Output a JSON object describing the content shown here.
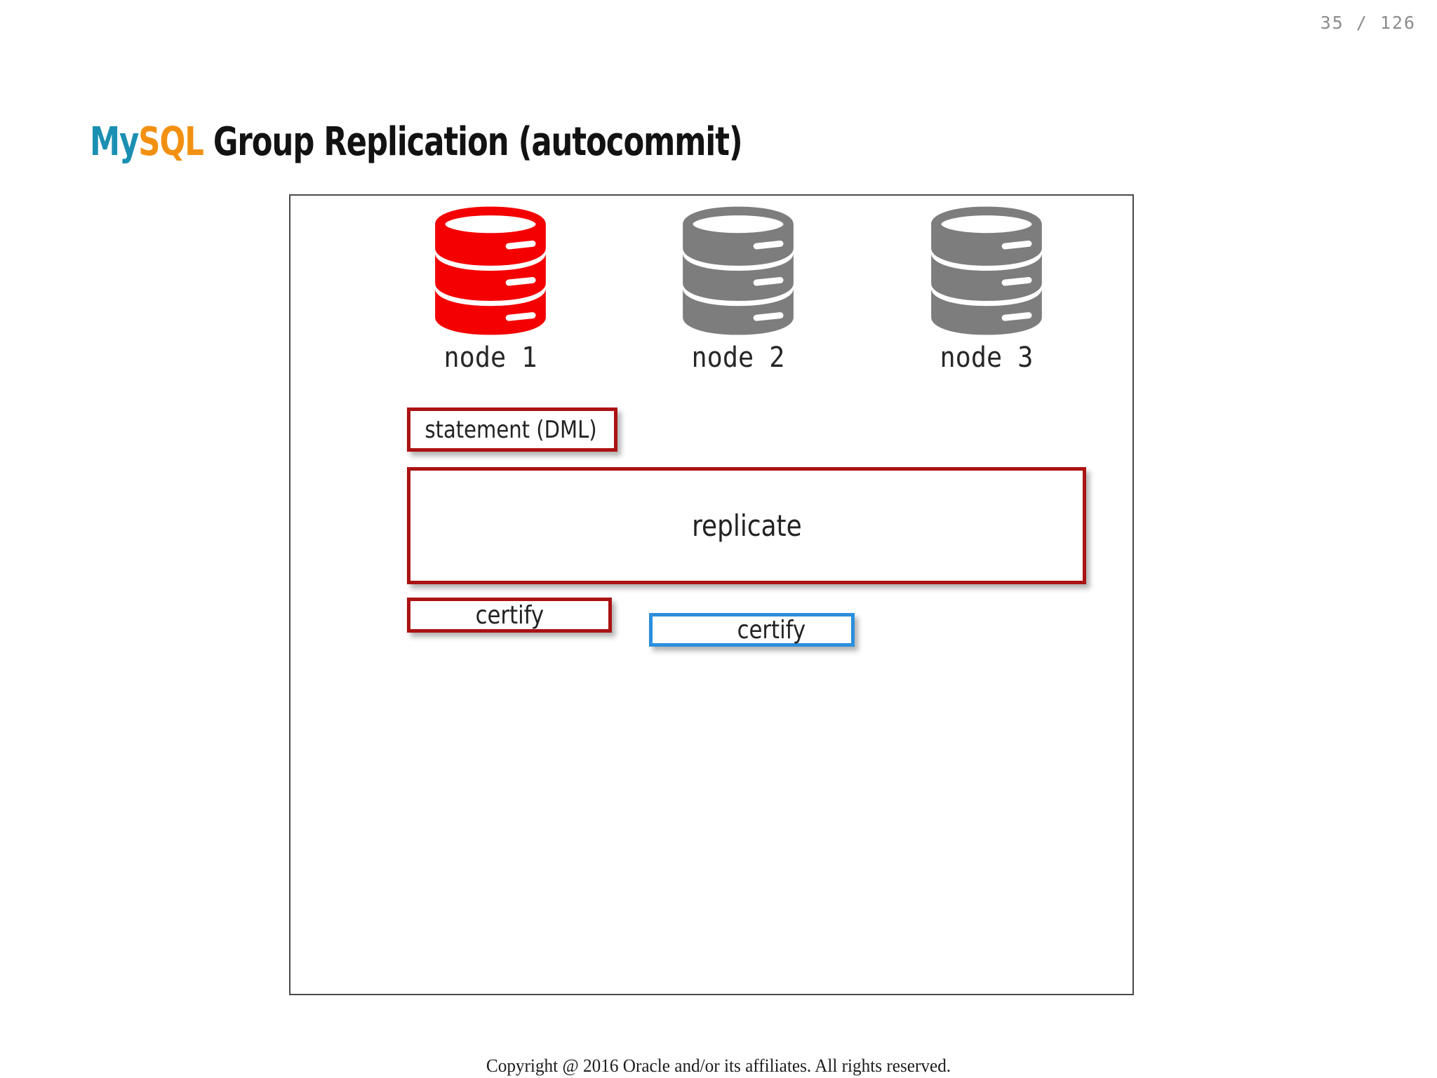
{
  "page": {
    "indicator": "35 / 126",
    "current": 35,
    "total": 126
  },
  "title": {
    "brand_my": "My",
    "brand_sql": "SQL",
    "rest": " Group Replication (autocommit)",
    "full": "MySQL Group Replication (autocommit)",
    "color_my": "#1b8fb2",
    "color_sql": "#f29111",
    "color_rest": "#121212"
  },
  "diagram": {
    "frame_border_color": "#4a4a4a",
    "nodes": [
      {
        "label": "node 1",
        "icon": "database-icon",
        "color": "#f50000",
        "state": "active"
      },
      {
        "label": "node 2",
        "icon": "database-icon",
        "color": "#7d7d7d",
        "state": "idle"
      },
      {
        "label": "node 3",
        "icon": "database-icon",
        "color": "#7d7d7d",
        "state": "idle"
      }
    ],
    "boxes": [
      {
        "label": "statement (DML)",
        "border_color": "#ab1212",
        "align": "left"
      },
      {
        "label": "replicate",
        "border_color": "#ab1212",
        "align": "center"
      },
      {
        "label": "certify",
        "border_color": "#ab1212",
        "align": "center"
      },
      {
        "label": "certify",
        "border_color": "#2b8fdd",
        "align": "right"
      }
    ]
  },
  "footer": {
    "copyright": "Copyright @ 2016 Oracle and/or its affiliates. All rights reserved."
  }
}
